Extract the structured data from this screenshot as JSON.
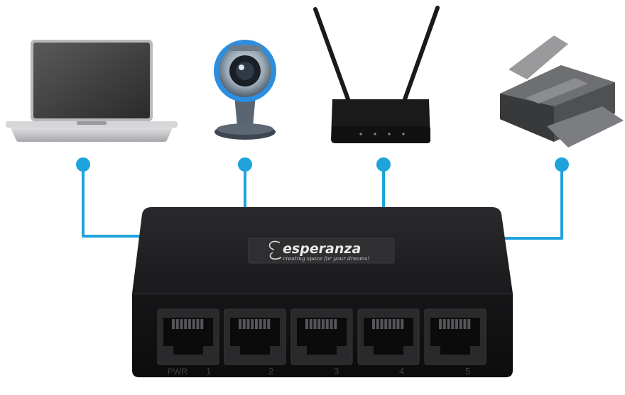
{
  "colors": {
    "accent": "#1ea3dc",
    "device_body": "#1c1c1e",
    "background": "#ffffff"
  },
  "devices": [
    {
      "name": "laptop",
      "icon": "laptop-icon"
    },
    {
      "name": "webcam",
      "icon": "webcam-icon"
    },
    {
      "name": "router",
      "icon": "router-icon"
    },
    {
      "name": "printer",
      "icon": "printer-icon"
    }
  ],
  "switch": {
    "brand": "esperanza",
    "tagline": "creating space for your dreams!",
    "power_label": "PWR",
    "ports": [
      "1",
      "2",
      "3",
      "4",
      "5"
    ]
  }
}
